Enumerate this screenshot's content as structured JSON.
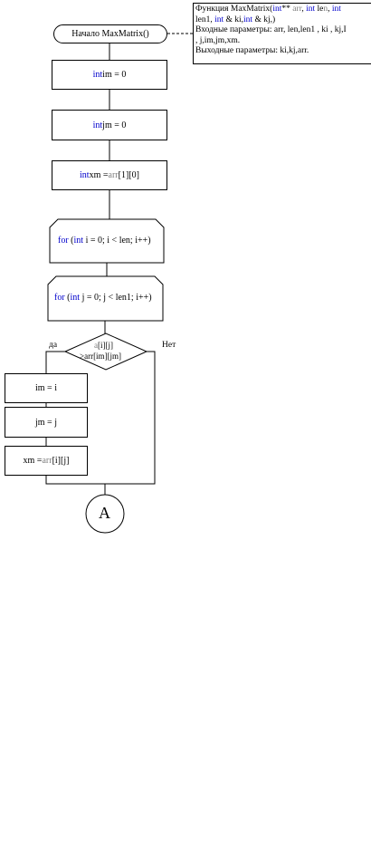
{
  "start": {
    "label": "Начало MaxMatrix()"
  },
  "note": {
    "l1_a": "Функция MaxMatrix(",
    "l1_kw1": "int",
    "l1_b": "** ",
    "l1_arr": "arr",
    "l1_c": ", ",
    "l1_kw2": "int",
    "l1_d": " le",
    "l1_e": "n",
    "l1_f": ", ",
    "l1_kw3": "int",
    "l2_a": "len1, ",
    "l2_kw1": "int",
    "l2_b": " & ki,",
    "l2_kw2": "int",
    "l2_c": " & kj,)",
    "l3": "Входные параметры: arr, len,len1 , ki , kj,I",
    "l4": ", j,im,jm,xm.",
    "l5": "Выходные параметры: ki,kj,arr."
  },
  "boxes": {
    "im_kw": "int",
    "im_rest": " im = 0",
    "jm_kw": "int",
    "jm_rest": " jm = 0",
    "xm_kw": "int",
    "xm_a": " xm = ",
    "xm_arr": "arr",
    "xm_b": "[1][0]"
  },
  "loops": {
    "outer_kw1": "for",
    "outer_a": " (",
    "outer_kw2": "int",
    "outer_b": " i = 0; i < len; i++)",
    "inner_kw1": "for",
    "inner_a": " (",
    "inner_kw2": "int",
    "inner_b": " j = 0; j < len1; i++)"
  },
  "decision": {
    "line1_arr": "a",
    "line1_rest": "[i][j]",
    "line2": ">arr[im][jm]",
    "yes": "да",
    "no": "Нет"
  },
  "assign": {
    "im": "im = i",
    "jm": "jm = j",
    "xm_a": "xm = ",
    "xm_arr": "arr",
    "xm_b": "[i][j]"
  },
  "connector": {
    "label": "A"
  }
}
